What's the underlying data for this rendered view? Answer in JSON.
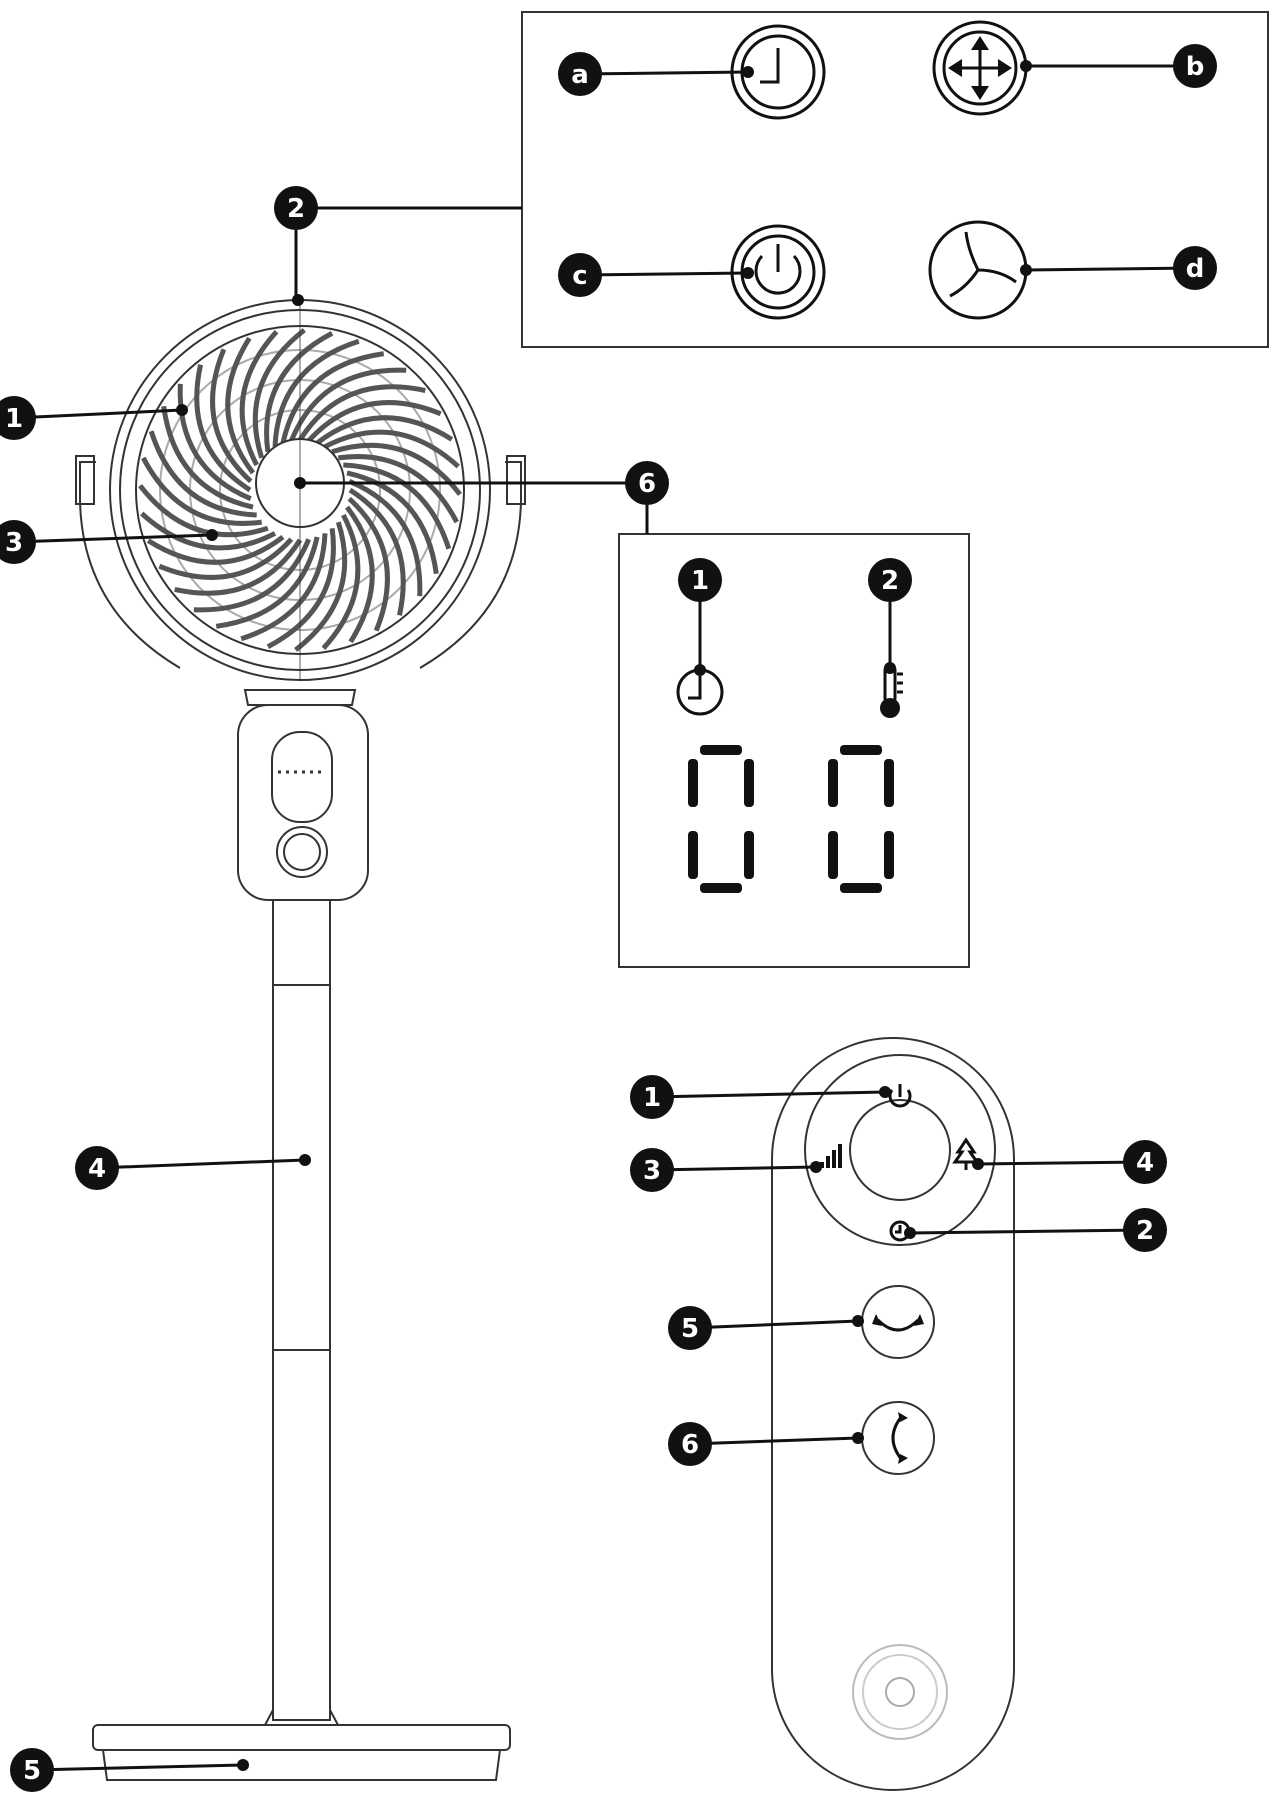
{
  "fan_callouts": [
    {
      "id": "fan-1",
      "text": "1"
    },
    {
      "id": "fan-2",
      "text": "2"
    },
    {
      "id": "fan-3",
      "text": "3"
    },
    {
      "id": "fan-4",
      "text": "4"
    },
    {
      "id": "fan-5",
      "text": "5"
    },
    {
      "id": "fan-6",
      "text": "6"
    }
  ],
  "control_panel": {
    "callouts": [
      {
        "id": "a",
        "text": "a",
        "icon": "timer-icon"
      },
      {
        "id": "b",
        "text": "b",
        "icon": "oscillation-arrows-icon"
      },
      {
        "id": "c",
        "text": "c",
        "icon": "power-icon"
      },
      {
        "id": "d",
        "text": "d",
        "icon": "fan-speed-icon"
      }
    ]
  },
  "display_panel": {
    "callouts": [
      {
        "id": "disp-1",
        "text": "1",
        "icon": "timer-indicator-icon"
      },
      {
        "id": "disp-2",
        "text": "2",
        "icon": "thermometer-icon"
      }
    ],
    "digits": [
      "0",
      "0"
    ]
  },
  "remote": {
    "callouts": [
      {
        "id": "rem-1",
        "text": "1",
        "icon": "power-icon"
      },
      {
        "id": "rem-2",
        "text": "2",
        "icon": "timer-icon"
      },
      {
        "id": "rem-3",
        "text": "3",
        "icon": "signal-bars-icon"
      },
      {
        "id": "rem-4",
        "text": "4",
        "icon": "tree-mode-icon"
      },
      {
        "id": "rem-5",
        "text": "5",
        "icon": "horizontal-swing-icon"
      },
      {
        "id": "rem-6",
        "text": "6",
        "icon": "vertical-swing-icon"
      }
    ]
  },
  "colors": {
    "ink": "#111111",
    "paper": "#ffffff",
    "grille": "#555555"
  }
}
